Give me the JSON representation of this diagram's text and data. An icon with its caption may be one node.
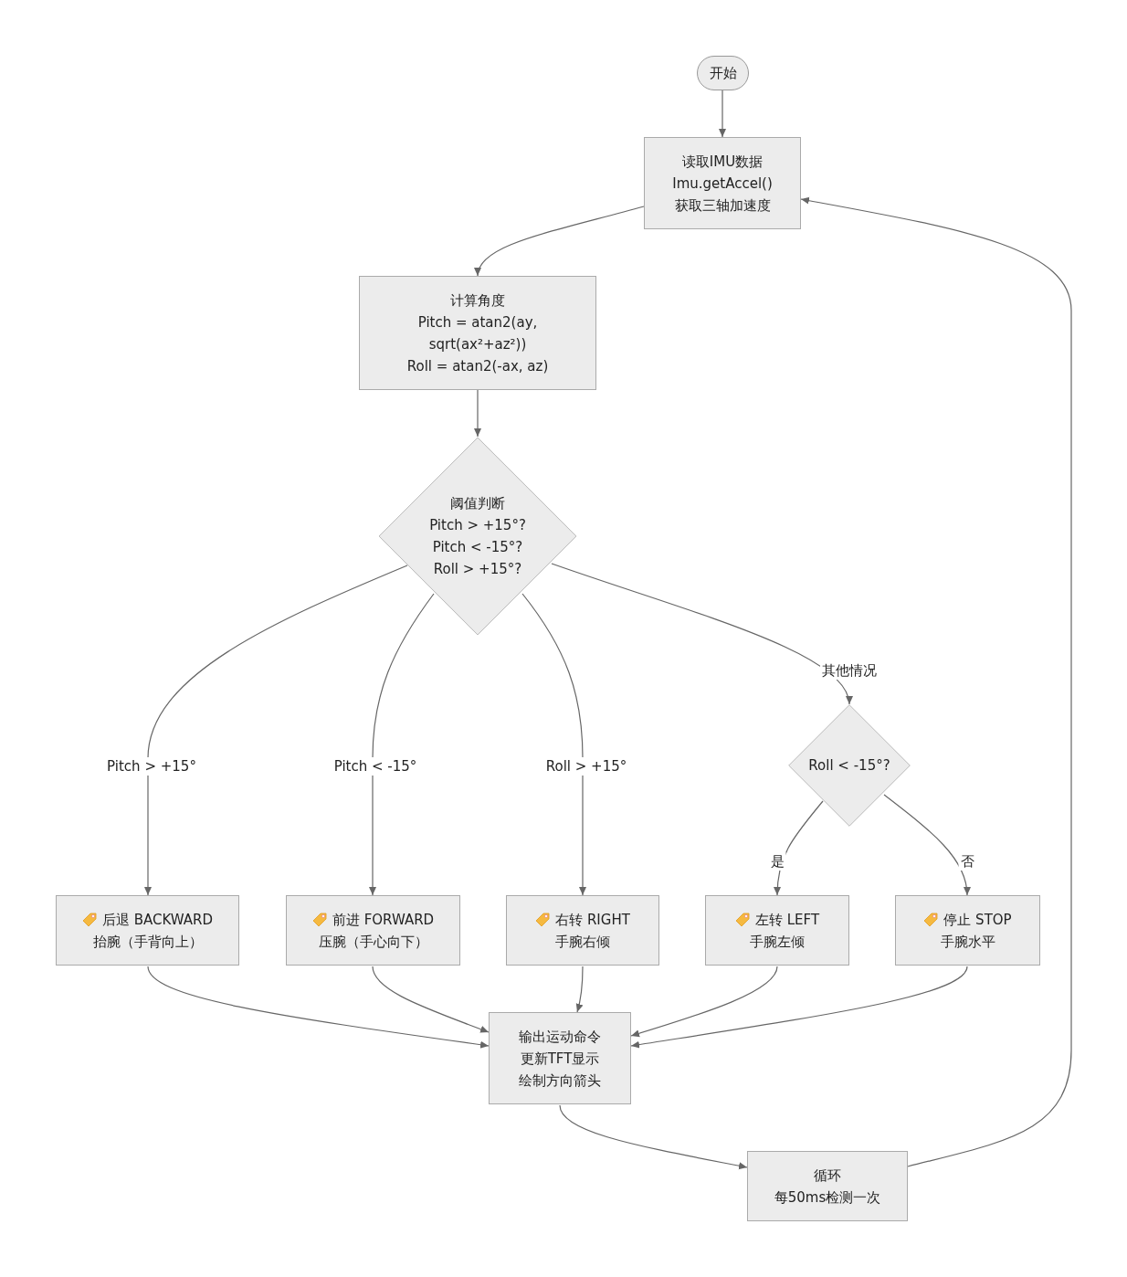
{
  "diagram": {
    "nodes": [
      {
        "text": [
          "开始"
        ]
      },
      {
        "text": [
          "读取IMU数据",
          "Imu.getAccel()",
          "获取三轴加速度"
        ]
      },
      {
        "text": [
          "计算角度",
          "Pitch = atan2(ay, sqrt(ax²+az²))",
          "Roll = atan2(-ax, az)"
        ]
      },
      {
        "text": [
          "阈值判断",
          "Pitch > +15°?",
          "Pitch < -15°?",
          "Roll > +15°?"
        ]
      },
      {
        "text": [
          "Roll < -15°?"
        ]
      },
      {
        "text": [
          "后退 BACKWARD",
          "抬腕（手背向上）"
        ]
      },
      {
        "text": [
          "前进 FORWARD",
          "压腕（手心向下）"
        ]
      },
      {
        "text": [
          "右转 RIGHT",
          "手腕右倾"
        ]
      },
      {
        "text": [
          "左转 LEFT",
          "手腕左倾"
        ]
      },
      {
        "text": [
          "停止 STOP",
          "手腕水平"
        ]
      },
      {
        "text": [
          "输出运动命令",
          "更新TFT显示",
          "绘制方向箭头"
        ]
      },
      {
        "text": [
          "循环",
          "每50ms检测一次"
        ]
      }
    ],
    "edges": [
      {
        "from": 0,
        "to": 1,
        "arrow": "to"
      },
      {
        "from": 1,
        "to": 2,
        "arrow": "to"
      },
      {
        "from": 2,
        "to": 3,
        "arrow": "to"
      },
      {
        "from": 3,
        "to": 5,
        "arrow": "to",
        "label": "Pitch > +15°"
      },
      {
        "from": 3,
        "to": 6,
        "arrow": "to",
        "label": "Pitch < -15°"
      },
      {
        "from": 3,
        "to": 7,
        "arrow": "to",
        "label": "Roll > +15°"
      },
      {
        "from": 3,
        "to": 4,
        "arrow": "to",
        "label": "其他情况"
      },
      {
        "from": 4,
        "to": 8,
        "arrow": "to",
        "label": "是"
      },
      {
        "from": 4,
        "to": 9,
        "arrow": "to",
        "label": "否"
      },
      {
        "from": 5,
        "to": 10,
        "arrow": "to"
      },
      {
        "from": 6,
        "to": 10,
        "arrow": "to"
      },
      {
        "from": 7,
        "to": 10,
        "arrow": "to"
      },
      {
        "from": 8,
        "to": 10,
        "arrow": "to"
      },
      {
        "from": 9,
        "to": 10,
        "arrow": "to"
      },
      {
        "from": 10,
        "to": 11,
        "arrow": "to"
      },
      {
        "from": 11,
        "to": 1,
        "arrow": "to"
      }
    ]
  }
}
